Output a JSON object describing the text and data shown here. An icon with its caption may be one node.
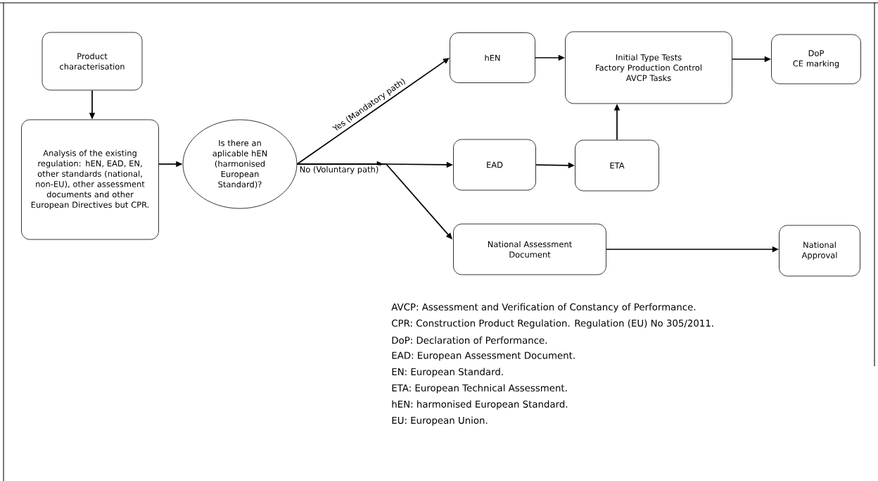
{
  "diagram": {
    "nodes": [
      {
        "text": [
          "Product characterisation"
        ]
      },
      {
        "text": [
          "Analysis of the existing regulation: hEN, EAD, EN, other standards (national, non-EU), other assessment documents and other European Directives but CPR."
        ]
      },
      {
        "text": [
          "Is there an aplicable hEN (harmonised European Standard)?"
        ]
      },
      {
        "text": [
          "hEN"
        ]
      },
      {
        "text": [
          "Initial Type Tests",
          "Factory Production Control",
          "AVCP Tasks"
        ]
      },
      {
        "text": [
          "DoP",
          "CE marking"
        ]
      },
      {
        "text": [
          "EAD"
        ]
      },
      {
        "text": [
          "ETA"
        ]
      },
      {
        "text": [
          "National Assessment Document"
        ]
      },
      {
        "text": [
          "National Approval"
        ]
      }
    ],
    "edges": [
      {
        "from": 0,
        "to": 1,
        "arrow": "to"
      },
      {
        "from": 1,
        "to": 2,
        "arrow": "to"
      },
      {
        "from": 2,
        "to": 3,
        "arrow": "to",
        "label": "Yes (Mandatory path)"
      },
      {
        "from": 2,
        "to": 6,
        "arrow": "to",
        "label": "No (Voluntary path)"
      },
      {
        "from": 2,
        "to": 8,
        "arrow": "to"
      },
      {
        "from": 3,
        "to": 4,
        "arrow": "to"
      },
      {
        "from": 4,
        "to": 5,
        "arrow": "to"
      },
      {
        "from": 6,
        "to": 7,
        "arrow": "to"
      },
      {
        "from": 7,
        "to": 4,
        "arrow": "to"
      },
      {
        "from": 8,
        "to": 9,
        "arrow": "to"
      }
    ],
    "labels": [
      "AVCP: Assessment and Verification of Constancy of Performance.",
      "CPR: Construction Product Regulation.  Regulation (EU) No 305/2011.",
      "DoP: Declaration of Performance.",
      "EAD: European Assessment Document.",
      "EN: European Standard.",
      "ETA: European Technical Assessment.",
      "hEN: harmonised European Standard.",
      "EU: European Union."
    ]
  }
}
